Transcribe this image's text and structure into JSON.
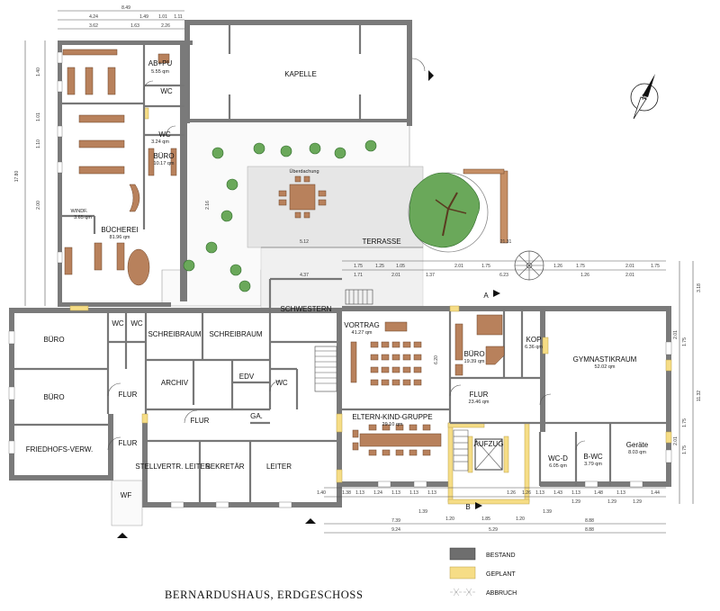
{
  "title": "BERNARDUSHAUS,  ERDGESCHOSS",
  "legend": {
    "bestand": "BESTAND",
    "geplant": "GEPLANT",
    "abbruch": "ABBRUCH"
  },
  "colors": {
    "bestand": "#6e6e6e",
    "geplant": "#f6dd86",
    "abbruch": "#cfcfcf",
    "furniture": "#b8815c",
    "greenery": "#6aa85a",
    "paving": "#dcdcdc"
  },
  "north_arrow": {
    "letter": "N"
  },
  "section_marks": [
    "A",
    "B"
  ],
  "rooms": {
    "kapelle": {
      "name": "KAPELLE"
    },
    "ab_pu": {
      "name": "AB+PU",
      "area": "5.55 qm"
    },
    "wc_top": {
      "name": "WC"
    },
    "wc_mid": {
      "name": "WC",
      "area": "3.24 qm"
    },
    "buero_top": {
      "name": "BÜRO",
      "area": "10.17 qm"
    },
    "windf": {
      "name": "WINDF.",
      "area": "3.65 qm"
    },
    "buecherei": {
      "name": "BÜCHEREI",
      "area": "81.96 qm"
    },
    "ueberdachung": {
      "name": "Überdachung"
    },
    "terrasse": {
      "name": "TERRASSE"
    },
    "buero_w1": {
      "name": "BÜRO"
    },
    "buero_w2": {
      "name": "BÜRO"
    },
    "friedhofs": {
      "name": "FRIEDHOFS-VERW."
    },
    "wc_a": {
      "name": "WC"
    },
    "wc_b": {
      "name": "WC"
    },
    "schreibraum1": {
      "name": "SCHREIBRAUM"
    },
    "schreibraum2": {
      "name": "SCHREIBRAUM"
    },
    "archiv": {
      "name": "ARCHIV"
    },
    "edv": {
      "name": "EDV"
    },
    "wc_c": {
      "name": "WC"
    },
    "flur_w1": {
      "name": "FLUR"
    },
    "flur_w2": {
      "name": "FLUR"
    },
    "flur_w3": {
      "name": "FLUR"
    },
    "ga": {
      "name": "GA."
    },
    "wf": {
      "name": "WF"
    },
    "stellvertr": {
      "name": "STELLVERTR. LEITER"
    },
    "sekretaer": {
      "name": "SEKRETÄR"
    },
    "leiter": {
      "name": "LEITER"
    },
    "schwestern": {
      "name": "SCHWESTERN"
    },
    "vortrag": {
      "name": "VORTRAG",
      "area": "41.27 qm"
    },
    "buero_e": {
      "name": "BÜRO",
      "area": "19.39 qm"
    },
    "kop": {
      "name": "KOP",
      "area": "6.36 qm"
    },
    "gymnastik": {
      "name": "GYMNASTIKRAUM",
      "area": "52.02 qm"
    },
    "flur_e": {
      "name": "FLUR",
      "area": "23.46 qm"
    },
    "eltern": {
      "name": "ELTERN-KIND-GRUPPE",
      "area": "29.10 qm"
    },
    "aufzug": {
      "name": "AUFZUG"
    },
    "wc_d": {
      "name": "WC-D",
      "area": "6.05 qm"
    },
    "b_wc": {
      "name": "B-WC",
      "area": "3.79 qm"
    },
    "geraete": {
      "name": "Geräte",
      "area": "8.03 qm"
    }
  },
  "dimensions": {
    "top_total": "8.49",
    "top_row": [
      "4.24",
      "1.49",
      "1.01",
      "1.11"
    ],
    "top_row2": [
      "3.62",
      "1.63",
      "2.26"
    ],
    "left_side": [
      "17.80",
      "1.40",
      "1.01",
      "1.10",
      "2.00"
    ],
    "terrace": [
      "5.12",
      "2.16",
      "21.31"
    ],
    "mid_row": [
      "1.75",
      "1.25",
      "1.05",
      "2.01",
      "1.75",
      "1.26",
      "1.75",
      "2.01",
      "1.75"
    ],
    "mid_row2": [
      "1.71",
      "2.01",
      "1.37",
      "6.23",
      "1.26",
      "2.01"
    ],
    "schwestern_w": "4.37",
    "vortrag_h": "6.20",
    "right_side": [
      "3.18",
      "2.01",
      "1.75",
      "11.32",
      "1.75",
      "2.01",
      "1.75"
    ],
    "bottom_row": [
      "1.40",
      "1.38",
      "1.13",
      "1.24",
      "1.13",
      "1.13",
      "1.13",
      "1.26",
      "1.26",
      "1.13",
      "1.43",
      "1.13",
      "1.48",
      "1.13",
      "1.44"
    ],
    "bottom_row2": [
      "1.39",
      "1.20",
      "1.85",
      "1.20",
      "1.39",
      "1.29",
      "1.29",
      "1.29"
    ],
    "bottom_totals": [
      "7.39",
      "8.88",
      "9.24",
      "5.29",
      "8.88"
    ]
  }
}
